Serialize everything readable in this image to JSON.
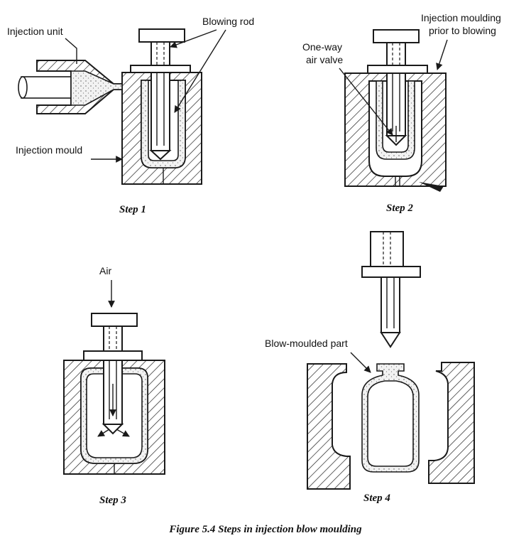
{
  "labels": {
    "injection_unit": "Injection unit",
    "blowing_rod": "Blowing rod",
    "injection_mould": "Injection mould",
    "injection_moulding_line1": "Injection moulding",
    "injection_moulding_line2": "prior to blowing",
    "one_way_line1": "One-way",
    "one_way_line2": "air valve",
    "air": "Air",
    "blow_moulded_part": "Blow-moulded part"
  },
  "steps": {
    "step1": "Step 1",
    "step2": "Step 2",
    "step3": "Step 3",
    "step4": "Step 4"
  },
  "caption": "Figure 5.4 Steps in injection blow moulding"
}
